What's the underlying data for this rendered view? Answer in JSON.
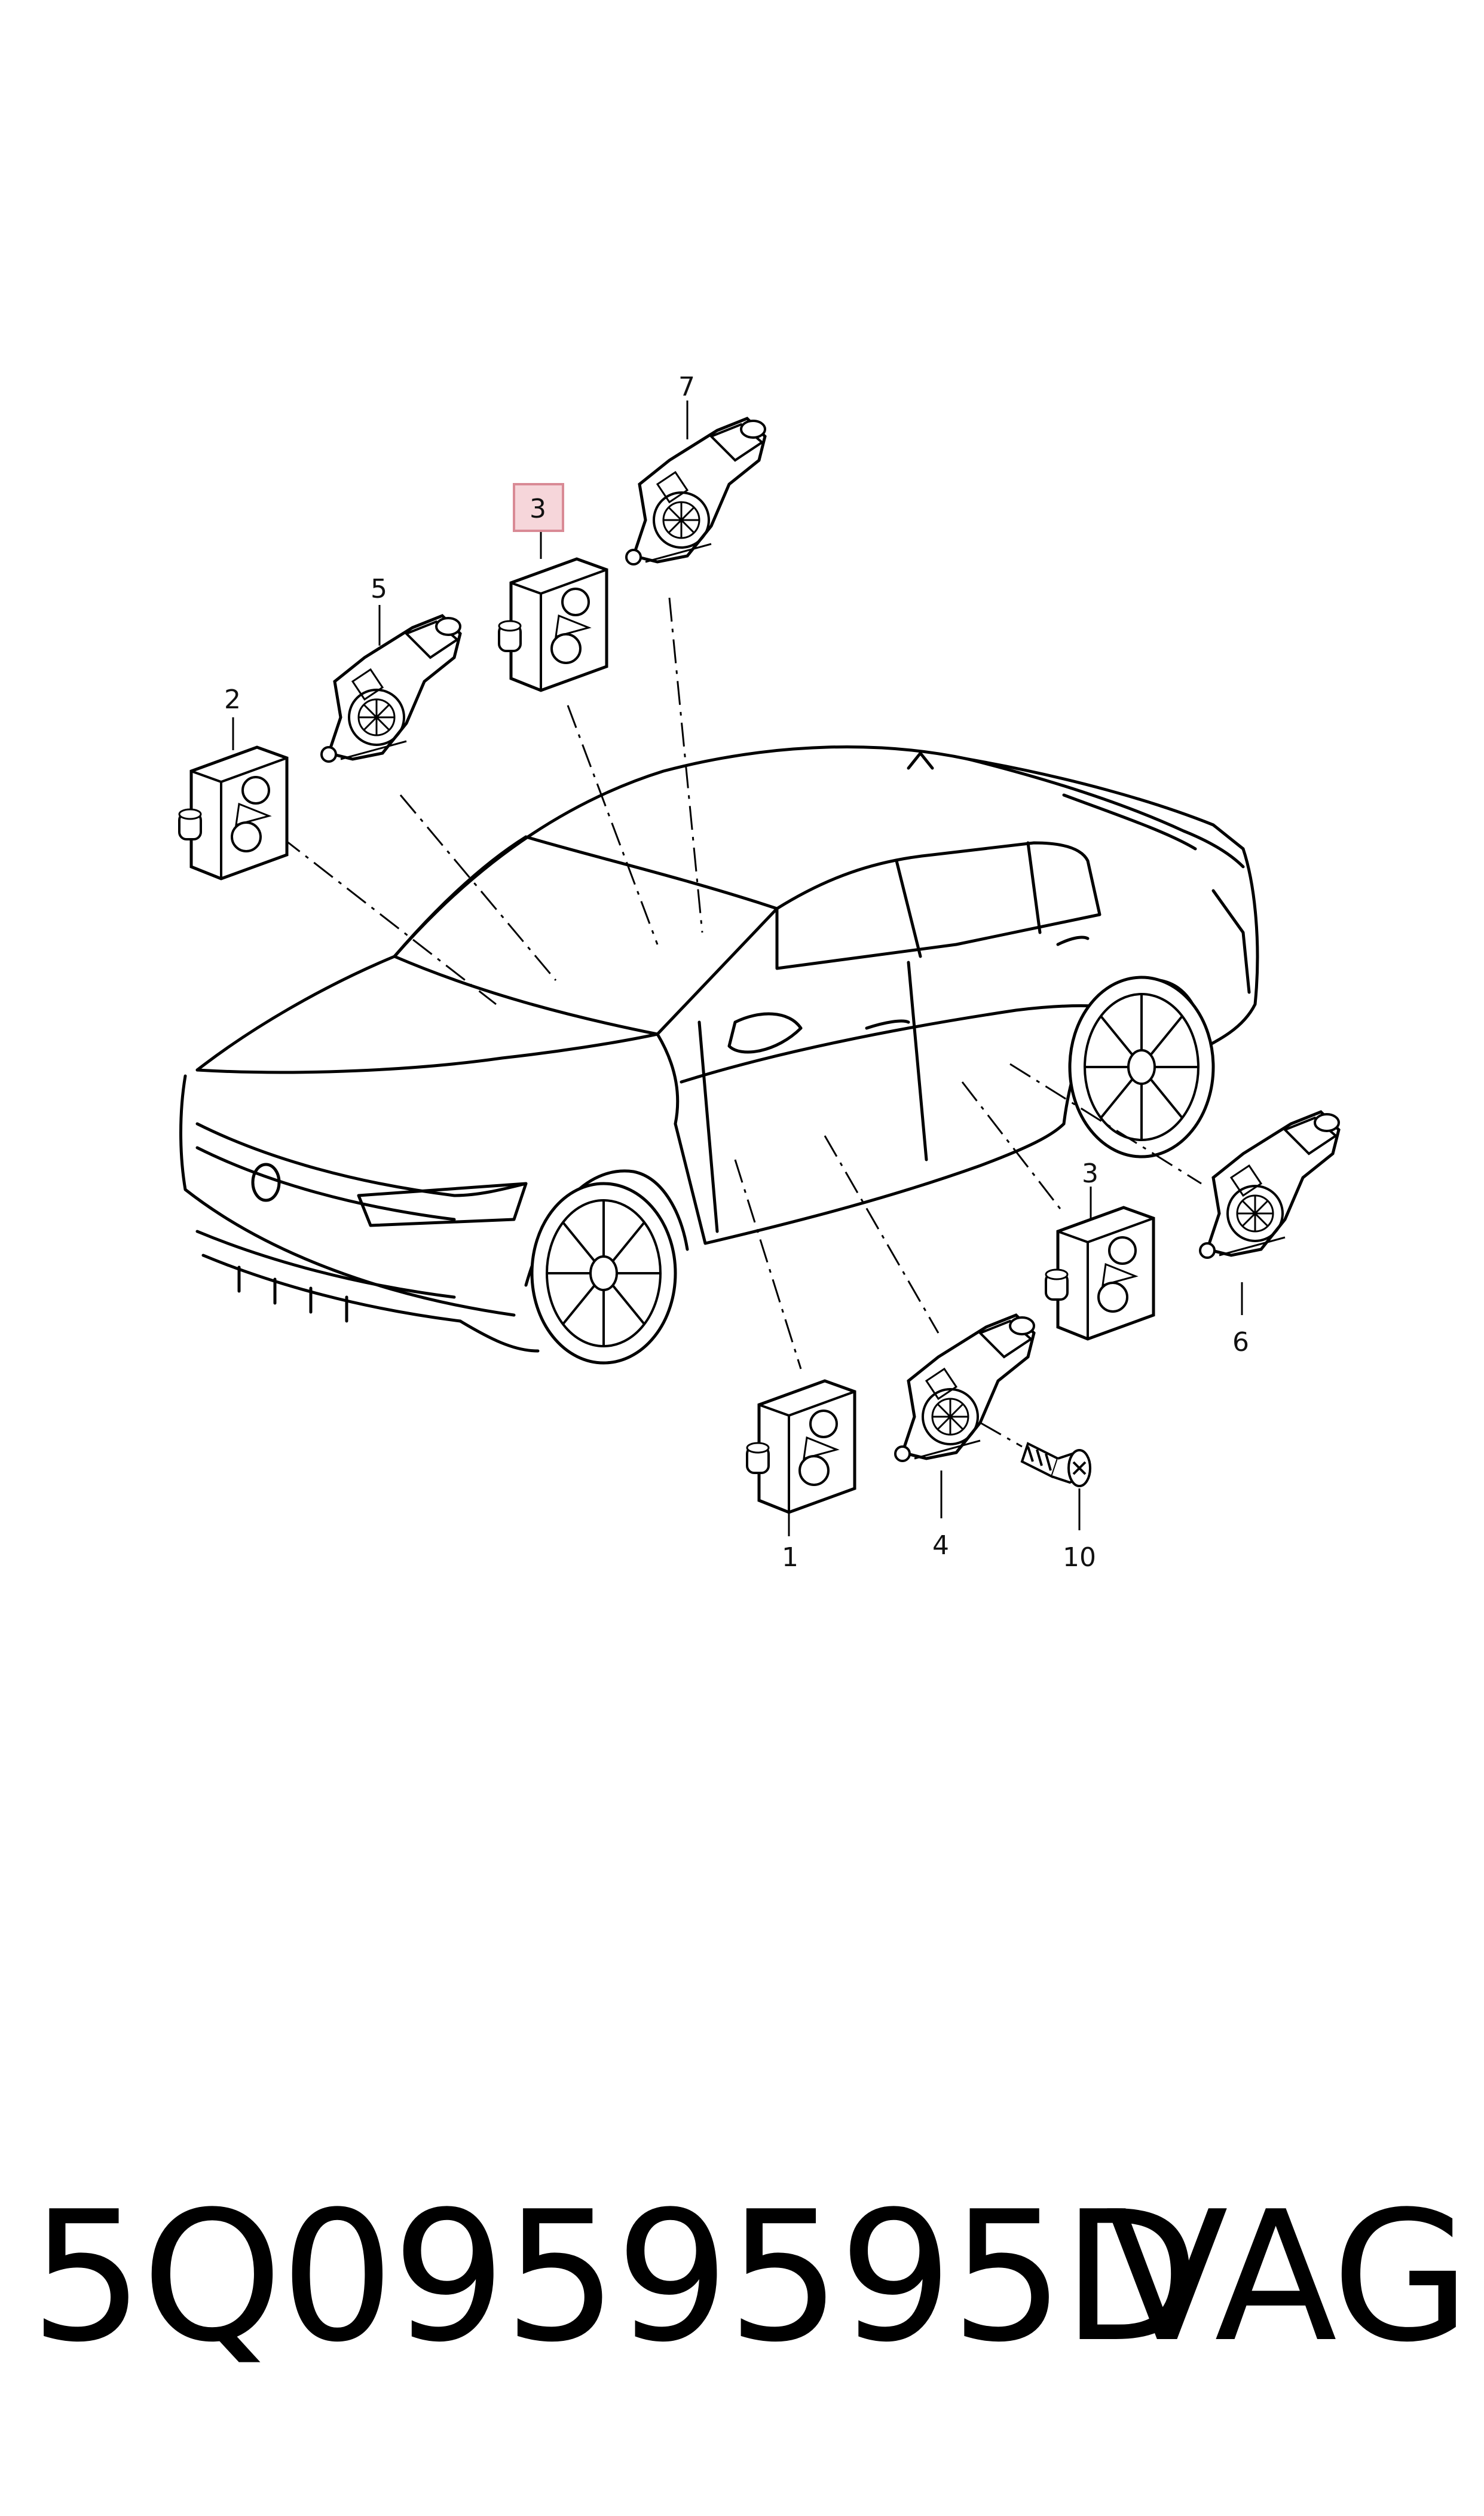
{
  "diagram": {
    "callouts": [
      {
        "id": "1",
        "label": "1"
      },
      {
        "id": "2",
        "label": "2"
      },
      {
        "id": "3",
        "label": "3"
      },
      {
        "id": "3b",
        "label": "3"
      },
      {
        "id": "4",
        "label": "4"
      },
      {
        "id": "5",
        "label": "5"
      },
      {
        "id": "6",
        "label": "6"
      },
      {
        "id": "7",
        "label": "7"
      },
      {
        "id": "10",
        "label": "10"
      }
    ],
    "highlight_color": "#f6d6da",
    "highlight_border": "#d98a95"
  },
  "footer": {
    "part_number": "5Q0959595D",
    "brand": "VAG"
  }
}
